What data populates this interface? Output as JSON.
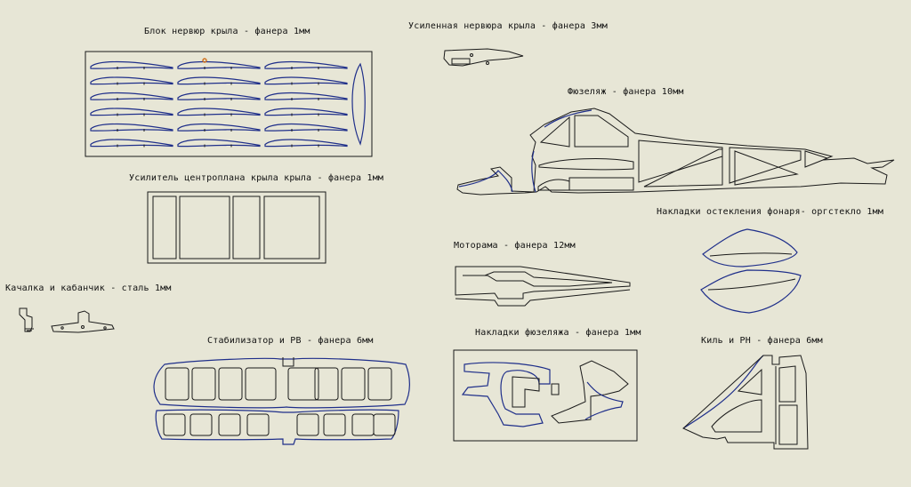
{
  "labels": {
    "wing_ribs": "Блок нервюр крыла - фанера 1мм",
    "reinforced_rib": "Усиленная нервюра крыла - фанера 3мм",
    "fuselage": "Фюзеляж - фанера 10мм",
    "center_section": "Усилитель центроплана крыла крыла - фанера 1мм",
    "canopy_glazing": "Накладки остекления фонаря- оргстекло 1мм",
    "motor_mount": "Моторама - фанера 12мм",
    "rocker_horn": "Качалка и кабанчик - сталь 1мм",
    "stabilizer_elevator": "Стабилизатор и РВ - фанера 6мм",
    "fuselage_overlays": "Накладки фюзеляжа - фанера 1мм",
    "fin_rudder": "Киль и РН - фанера 6мм"
  },
  "colors": {
    "background": "#e7e6d6",
    "outline": "#1a1a1a",
    "highlight": "#1f2f8a",
    "accent": "#d0701a"
  }
}
